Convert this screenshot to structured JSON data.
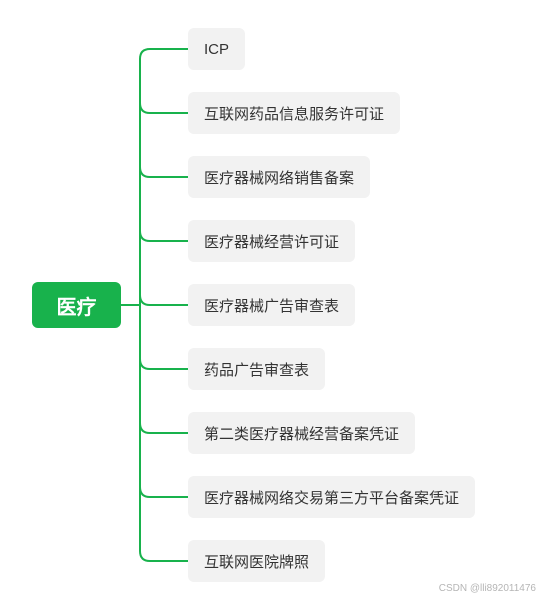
{
  "root": {
    "label": "医疗"
  },
  "children": [
    {
      "label": "ICP"
    },
    {
      "label": "互联网药品信息服务许可证"
    },
    {
      "label": "医疗器械网络销售备案"
    },
    {
      "label": "医疗器械经营许可证"
    },
    {
      "label": "医疗器械广告审查表"
    },
    {
      "label": "药品广告审查表"
    },
    {
      "label": "第二类医疗器械经营备案凭证"
    },
    {
      "label": "医疗器械网络交易第三方平台备案凭证"
    },
    {
      "label": "互联网医院牌照"
    }
  ],
  "watermark": "CSDN @lli892011476",
  "colors": {
    "connector": "#18b24c",
    "root_fill": "#18b24c",
    "child_fill": "#f2f2f2",
    "text": "#333333"
  }
}
